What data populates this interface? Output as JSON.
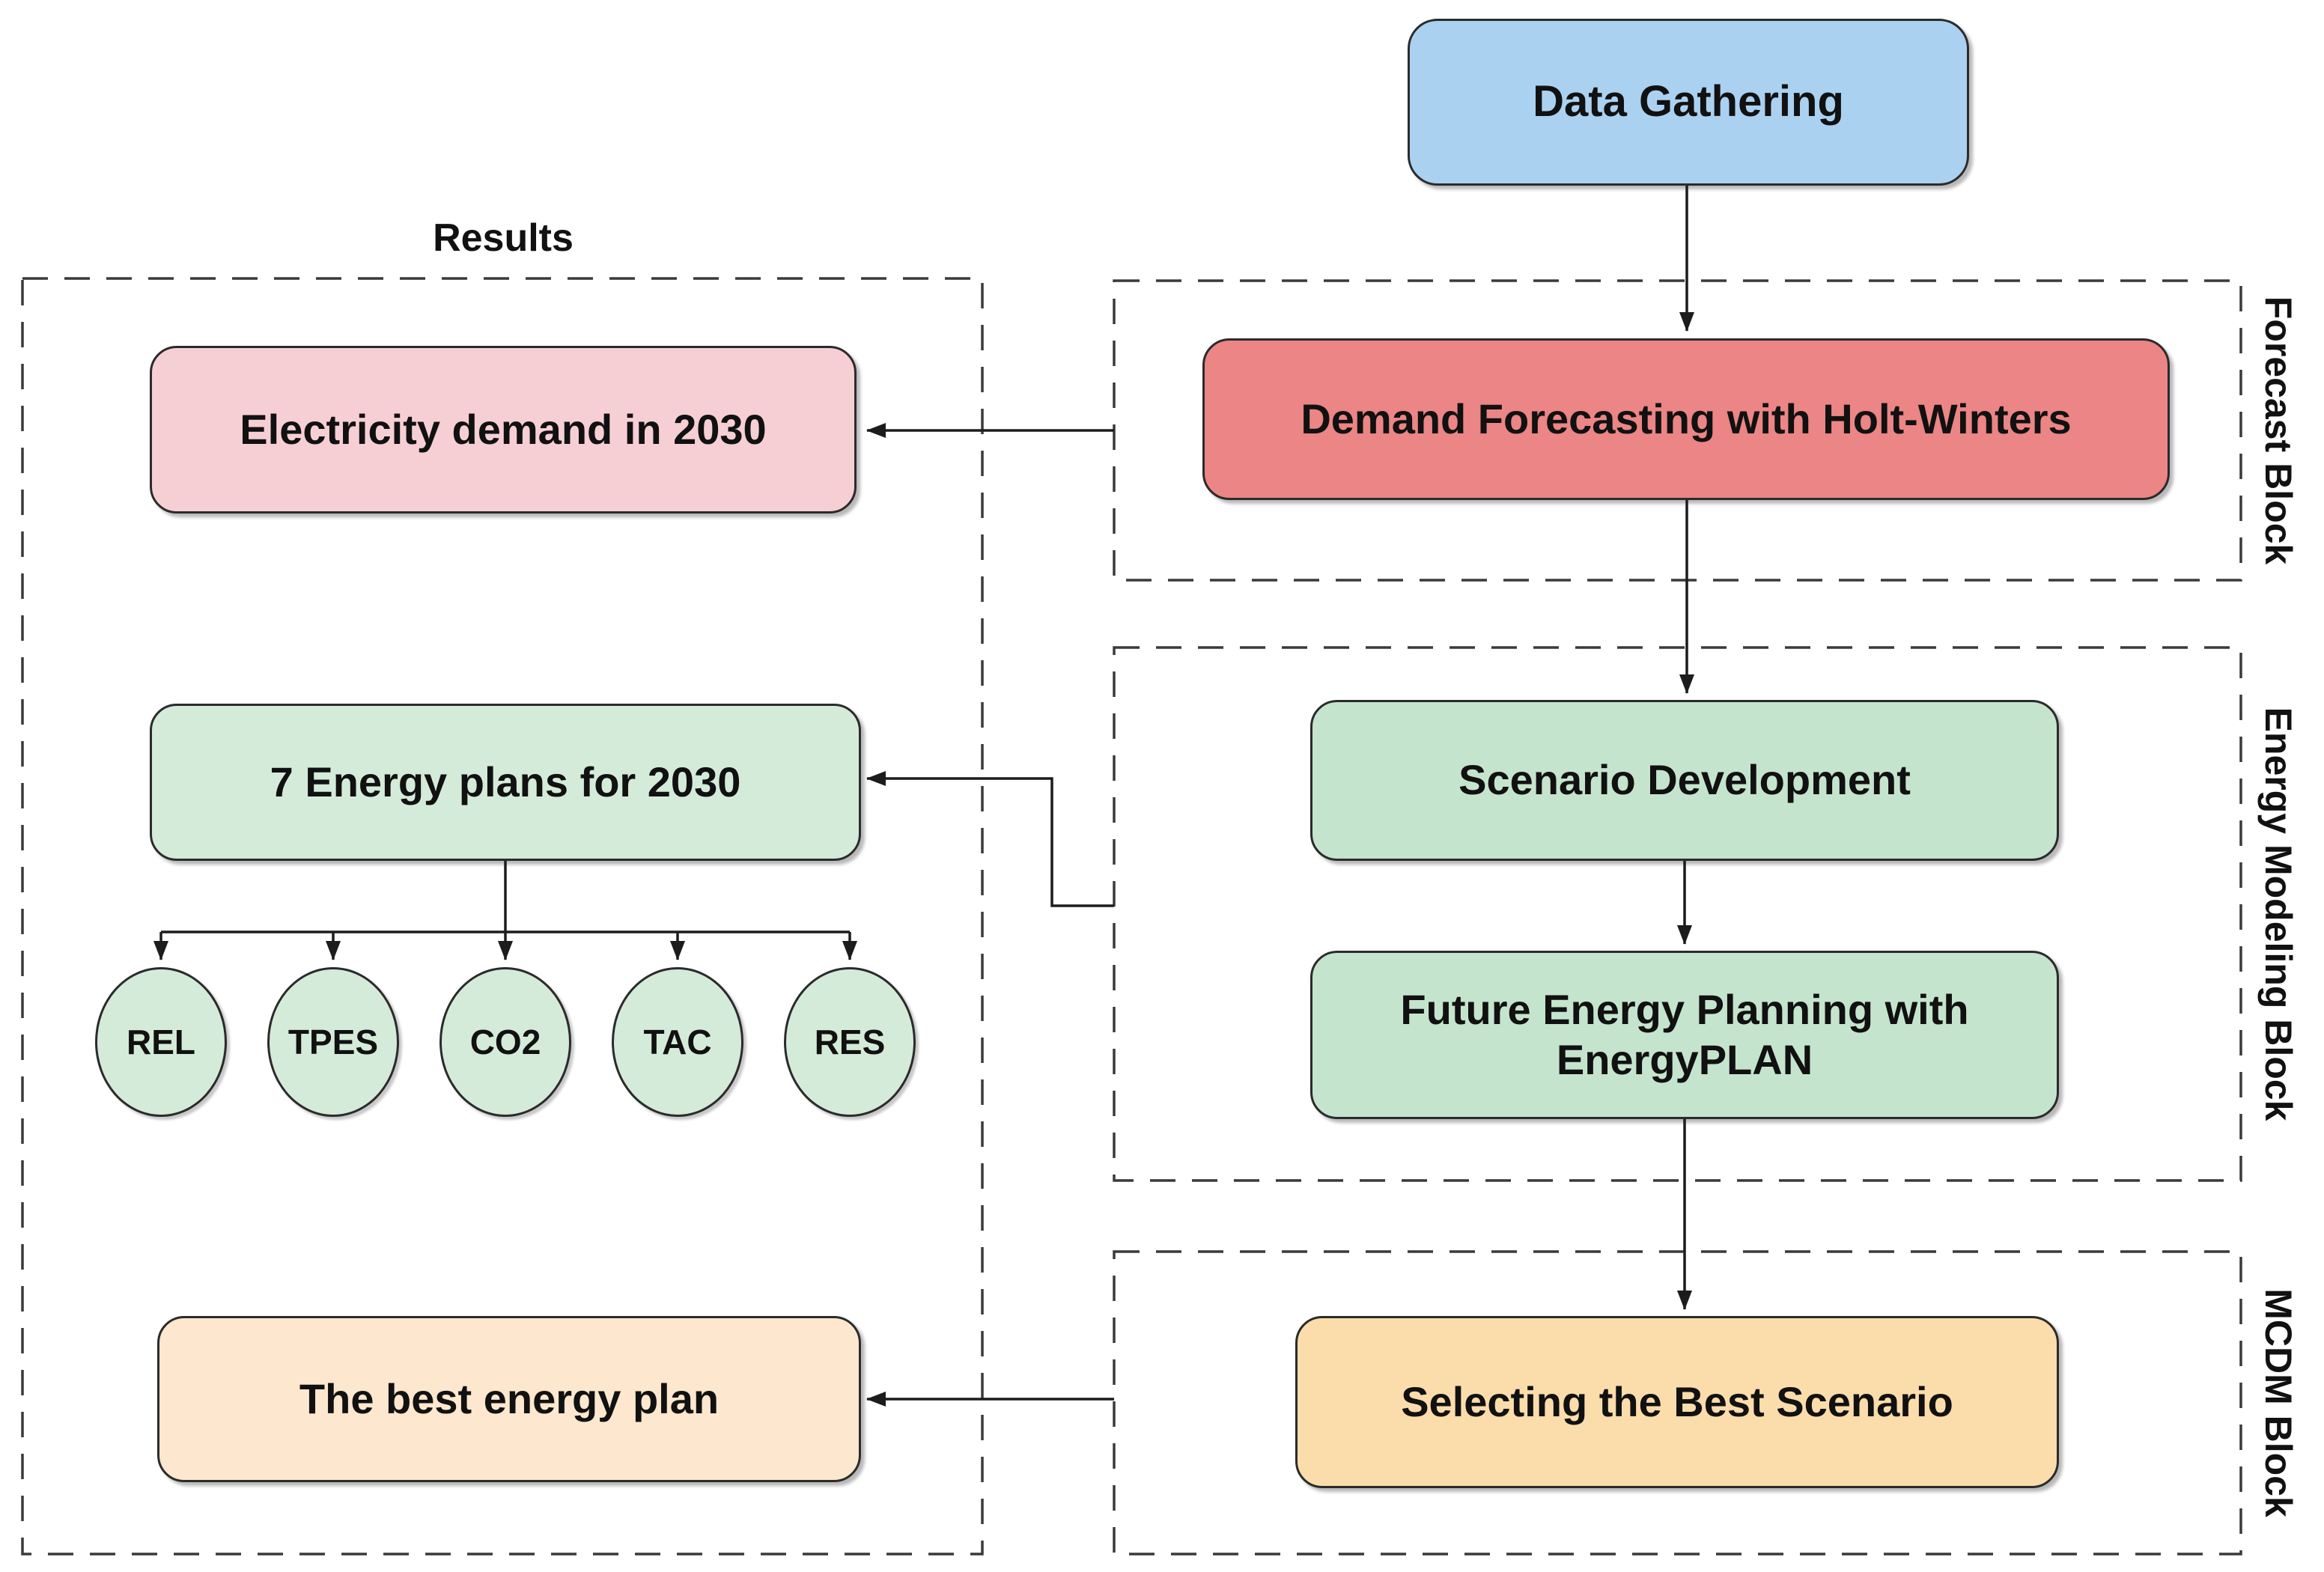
{
  "figure": {
    "results_title": "Results"
  },
  "blocks": {
    "forecast": {
      "label": "Forecast Block"
    },
    "energy_modeling": {
      "label": "Energy Modeling Block"
    },
    "mcdm": {
      "label": "MCDM Block"
    }
  },
  "nodes": {
    "data_gathering": {
      "label": "Data Gathering",
      "fill": "#ABD1F1"
    },
    "demand_forecasting": {
      "label": "Demand Forecasting with Holt-Winters",
      "fill": "#EC8585"
    },
    "scenario_development": {
      "label": "Scenario Development",
      "fill": "#C5E4CD"
    },
    "future_energy_planning": {
      "label": "Future Energy Planning with\nEnergyPLAN",
      "fill": "#C5E4CD"
    },
    "selecting_best_scenario": {
      "label": "Selecting the Best Scenario",
      "fill": "#FBDCAB"
    },
    "electricity_demand": {
      "label": "Electricity demand in 2030",
      "fill": "#F6CFD4"
    },
    "energy_plans": {
      "label": "7 Energy plans for 2030",
      "fill": "#D5EBDA"
    },
    "best_energy_plan": {
      "label": "The best energy plan",
      "fill": "#FDE7CE"
    }
  },
  "criteria": [
    {
      "label": "REL",
      "fill": "#D5EBDA"
    },
    {
      "label": "TPES",
      "fill": "#D5EBDA"
    },
    {
      "label": "CO2",
      "fill": "#D5EBDA"
    },
    {
      "label": "TAC",
      "fill": "#D5EBDA"
    },
    {
      "label": "RES",
      "fill": "#D5EBDA"
    }
  ],
  "colors": {
    "connector": "#1c1c1c",
    "dashed_border": "#3a3a3a",
    "node_border": "#2b2b2b",
    "text": "#111111"
  }
}
